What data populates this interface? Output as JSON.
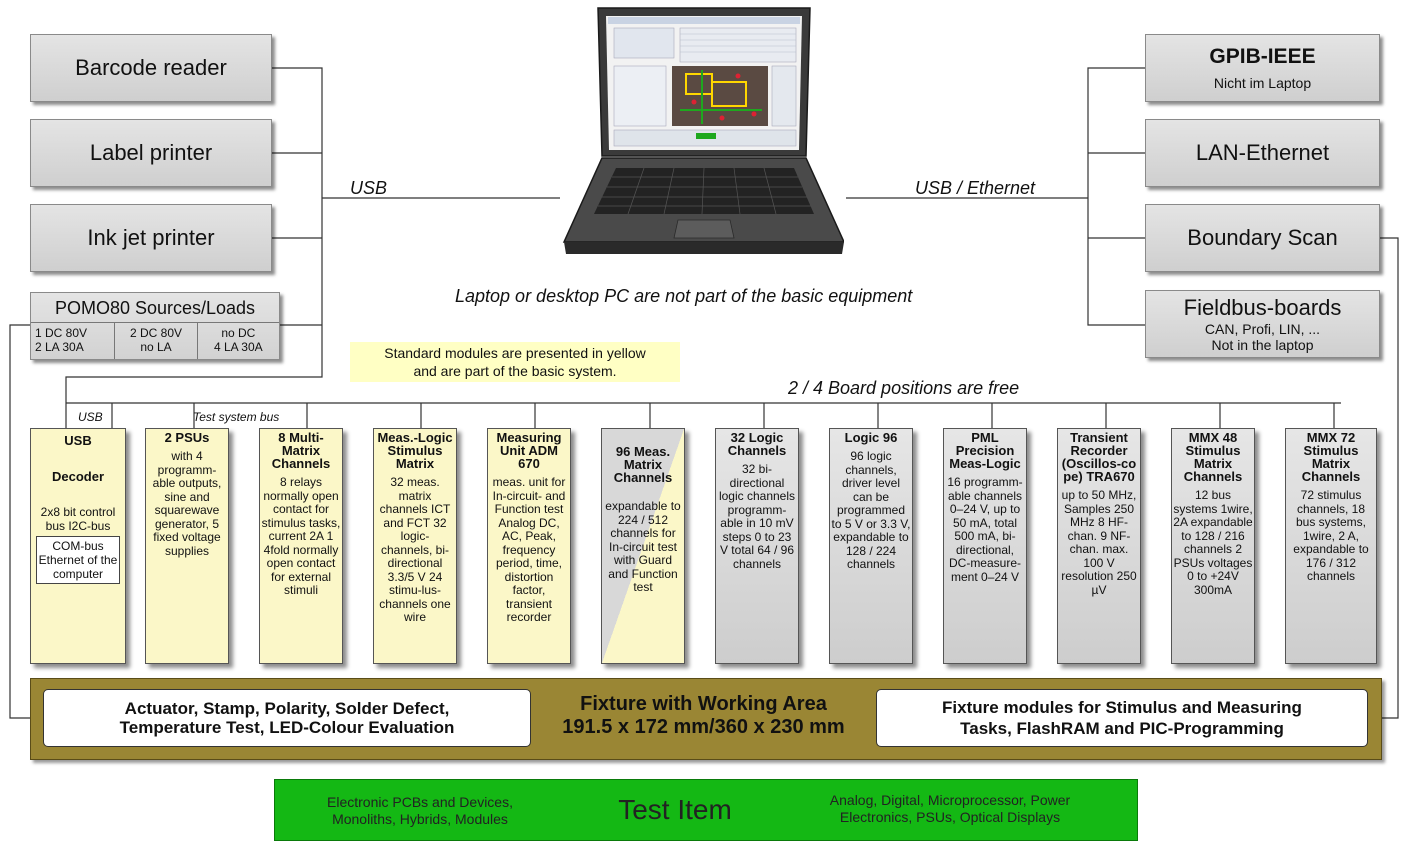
{
  "peripherals_left": {
    "barcode": "Barcode reader",
    "label_printer": "Label printer",
    "inkjet": "Ink jet printer"
  },
  "pomo": {
    "title": "POMO80 Sources/Loads",
    "cells": [
      {
        "line1": "1 DC 80V",
        "line2": "2 LA 30A"
      },
      {
        "line1": "2 DC 80V",
        "line2": "no LA"
      },
      {
        "line1": "no DC",
        "line2": "4 LA 30A"
      }
    ]
  },
  "peripherals_right": {
    "gpib_title": "GPIB-IEEE",
    "gpib_sub": "Nicht im Laptop",
    "lan": "LAN-Ethernet",
    "boundary": "Boundary Scan",
    "fieldbus_title": "Fieldbus-boards",
    "fieldbus_sub1": "CAN, Profi, LIN, ...",
    "fieldbus_sub2": "Not in the laptop"
  },
  "labels": {
    "usb_left": "USB",
    "usb_ethernet": "USB / Ethernet",
    "pc_note": "Laptop or desktop PC are not part of the basic equipment",
    "board_positions": "2 / 4 Board positions are free",
    "usb_small": "USB",
    "test_system_bus": "Test system bus",
    "standard_note_1": "Standard modules are presented in yellow",
    "standard_note_2": "and are part of the basic system."
  },
  "usb_decoder": {
    "title": "USB",
    "subtitle": "Decoder",
    "body": "2x8 bit control bus I2C-bus",
    "inner": "COM-bus Ethernet of the computer"
  },
  "modules": [
    {
      "title": "2 PSUs",
      "body": "with 4 programm-able outputs, sine and squarewave generator, 5 fixed voltage supplies",
      "color": "yellow"
    },
    {
      "title": "8 Multi-Matrix Channels",
      "body": "8 relays normally open contact for stimulus tasks, current 2A 1 4fold normally open contact for external stimuli",
      "color": "yellow"
    },
    {
      "title": "Meas.-Logic Stimulus Matrix",
      "body": "32 meas. matrix channels ICT and FCT 32 logic-channels, bi-directional 3.3/5 V 24 stimu-lus-channels one wire",
      "color": "yellow"
    },
    {
      "title": "Measuring Unit ADM 670",
      "body": "meas. unit for In-circuit- and Function test Analog DC, AC, Peak, frequency period, time, distortion factor, transient recorder",
      "color": "yellow"
    },
    {
      "title": "96 Meas. Matrix Channels",
      "body": "expandable to 224 / 512 channels for In-circuit test with Guard and Function test",
      "color": "half"
    },
    {
      "title": "32 Logic Channels",
      "body": "32 bi-directional logic channels programm-able in 10 mV steps 0 to 23 V total 64 / 96 channels",
      "color": "gray"
    },
    {
      "title": "Logic 96",
      "body": "96 logic channels, driver level can be programmed to 5 V or 3.3 V, expandable to 128 / 224 channels",
      "color": "gray"
    },
    {
      "title": "PML Precision Meas-Logic",
      "body": "16 programm-able channels 0–24 V, up to 50 mA, total 500 mA, bi-directional, DC-measure-ment 0–24 V",
      "color": "gray"
    },
    {
      "title": "Transient Recorder (Oscillos-co pe) TRA670",
      "body": "up to 50 MHz, Samples 250 MHz 8 HF-chan. 9 NF-chan. max. 100 V resolution 250 µV",
      "color": "gray"
    },
    {
      "title": "MMX 48 Stimulus Matrix Channels",
      "body": "12 bus systems 1wire, 2A expandable to 128 / 216 channels 2 PSUs voltages 0 to +24V 300mA",
      "color": "gray"
    },
    {
      "title": "MMX 72 Stimulus Matrix Channels",
      "body": "72 stimulus channels, 18 bus systems, 1wire, 2 A, expandable to 176 / 312 channels",
      "color": "gray"
    }
  ],
  "fixture": {
    "left": "Actuator, Stamp, Polarity, Solder Defect,\nTemperature Test, LED-Colour Evaluation",
    "center": "Fixture with Working Area\n191.5 x 172 mm/360 x 230 mm",
    "right": "Fixture modules for Stimulus and Measuring\nTasks, FlashRAM and PIC-Programming"
  },
  "test_item": {
    "left": "Electronic PCBs and Devices,\nMonoliths, Hybrids, Modules",
    "center": "Test Item",
    "right": "Analog, Digital, Microprocessor, Power\nElectronics, PSUs, Optical Displays"
  },
  "colors": {
    "standard_yellow": "#fbf7c8",
    "fixture_olive": "#9a8634",
    "test_item_green": "#14b814",
    "box_gray": "#d8d8d8"
  }
}
